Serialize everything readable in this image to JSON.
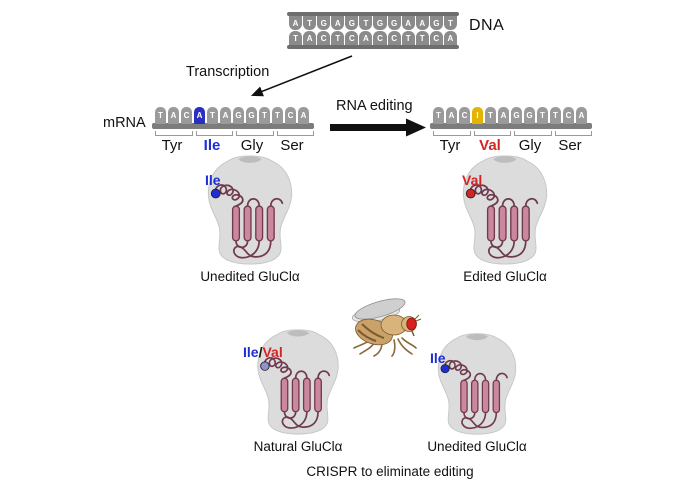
{
  "labels": {
    "dna": "DNA",
    "mrna": "mRNA",
    "transcription": "Transcription",
    "rna_editing": "RNA editing",
    "crispr_caption": "CRISPR to eliminate editing"
  },
  "dna": {
    "top_strand": [
      "A",
      "T",
      "G",
      "A",
      "G",
      "T",
      "G",
      "G",
      "A",
      "A",
      "G",
      "T"
    ],
    "bottom_strand": [
      "T",
      "A",
      "C",
      "T",
      "C",
      "A",
      "C",
      "C",
      "T",
      "T",
      "C",
      "A"
    ]
  },
  "mrna_unedited": {
    "nucleotides": [
      {
        "letter": "T"
      },
      {
        "letter": "A"
      },
      {
        "letter": "C"
      },
      {
        "letter": "A",
        "highlight": "blue"
      },
      {
        "letter": "T"
      },
      {
        "letter": "A"
      },
      {
        "letter": "G"
      },
      {
        "letter": "G"
      },
      {
        "letter": "T"
      },
      {
        "letter": "T"
      },
      {
        "letter": "C"
      },
      {
        "letter": "A"
      }
    ],
    "codons": [
      {
        "label": "Tyr",
        "color": "black"
      },
      {
        "label": "Ile",
        "color": "blue"
      },
      {
        "label": "Gly",
        "color": "black"
      },
      {
        "label": "Ser",
        "color": "black"
      }
    ]
  },
  "mrna_edited": {
    "nucleotides": [
      {
        "letter": "T"
      },
      {
        "letter": "A"
      },
      {
        "letter": "C"
      },
      {
        "letter": "I",
        "highlight": "yellow"
      },
      {
        "letter": "T"
      },
      {
        "letter": "A"
      },
      {
        "letter": "G"
      },
      {
        "letter": "G"
      },
      {
        "letter": "T"
      },
      {
        "letter": "T"
      },
      {
        "letter": "C"
      },
      {
        "letter": "A"
      }
    ],
    "codons": [
      {
        "label": "Tyr",
        "color": "black"
      },
      {
        "label": "Val",
        "color": "red"
      },
      {
        "label": "Gly",
        "color": "black"
      },
      {
        "label": "Ser",
        "color": "black"
      }
    ]
  },
  "channels": [
    {
      "id": "unedited-top",
      "tag": [
        {
          "text": "Ile",
          "color": "blue"
        }
      ],
      "dot": "blue",
      "caption": "Unedited GluClα"
    },
    {
      "id": "edited-top",
      "tag": [
        {
          "text": "Val",
          "color": "red"
        }
      ],
      "dot": "red",
      "caption": "Edited GluClα"
    },
    {
      "id": "natural-bottom",
      "tag": [
        {
          "text": "Ile",
          "color": "blue"
        },
        {
          "text": "/",
          "color": "black"
        },
        {
          "text": "Val",
          "color": "red"
        }
      ],
      "dot": "purple",
      "caption": "Natural GluClα"
    },
    {
      "id": "unedited-bottom",
      "tag": [
        {
          "text": "Ile",
          "color": "blue"
        }
      ],
      "dot": "blue",
      "caption": "Unedited GluClα"
    }
  ],
  "colors": {
    "blue": "#1d2ed6",
    "red": "#d42525",
    "purple": "#9090d2",
    "yellow": "#e4b404",
    "nucleotide_gray": "#9a9a9a",
    "dna_gray": "#8b8b8b",
    "protein_outline": "#6f3a4e",
    "helix_fill": "#cb879e",
    "cell_blob": "#dcdcdc"
  }
}
